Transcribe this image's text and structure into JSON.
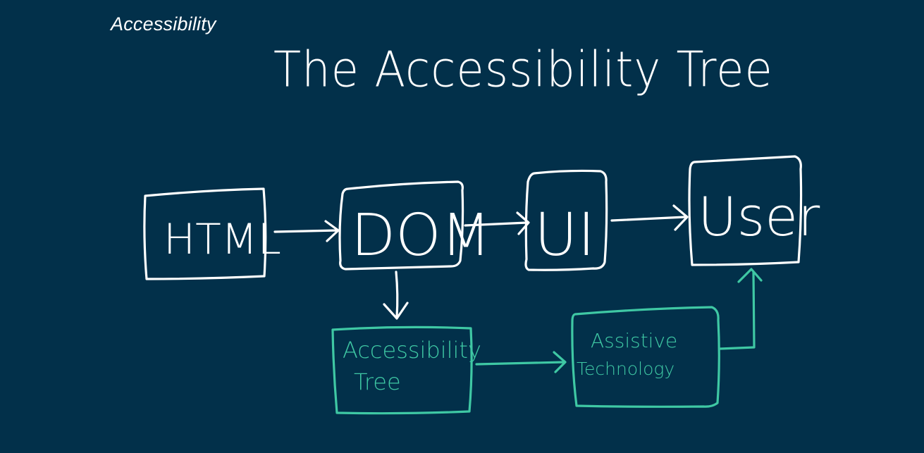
{
  "header": {
    "section_label": "Accessibility",
    "title": "The Accessibility Tree"
  },
  "diagram": {
    "nodes": {
      "html": "HTML",
      "dom": "DOM",
      "ui": "UI",
      "user": "User",
      "accessibility_tree_line1": "Accessibility",
      "accessibility_tree_line2": "Tree",
      "assistive_technology_line1": "Assistive",
      "assistive_technology_line2": "Technology"
    },
    "colors": {
      "background": "#02304a",
      "primary_stroke": "#ffffff",
      "accent_stroke": "#3fc8a4"
    }
  }
}
